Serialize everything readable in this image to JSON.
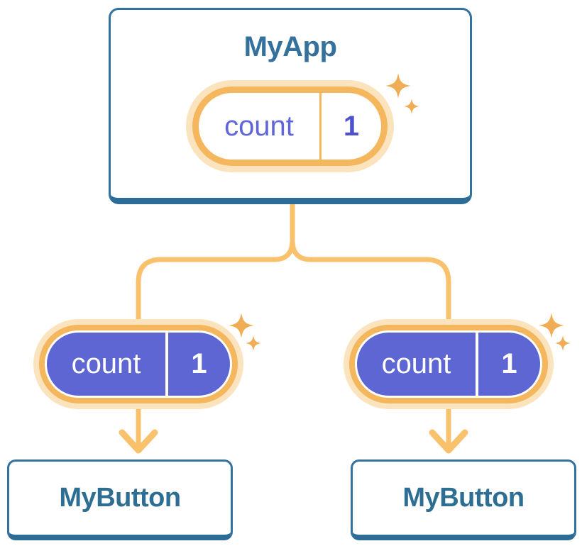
{
  "diagram": {
    "description_note": "component tree with shared state",
    "root": {
      "title": "MyApp",
      "state": {
        "label": "count",
        "value": "1"
      }
    },
    "children": [
      {
        "title": "MyButton",
        "state": {
          "label": "count",
          "value": "1"
        }
      },
      {
        "title": "MyButton",
        "state": {
          "label": "count",
          "value": "1"
        }
      }
    ]
  },
  "colors": {
    "box_border_blue": "#33719F",
    "box_border_bottom_blue": "#2D6C96",
    "heading_blue": "#35719D",
    "button_text_blue": "#2E6E93",
    "connector_orange": "#F9C16C",
    "pill_ring_orange": "#F5B75D",
    "pill_glow_peach": "#FBE3BD",
    "sparkle_orange": "#F0AD55",
    "state_fill_purple": "#5E66D4",
    "state_label_indigo": "#5F66D9",
    "state_value_indigo": "#4D53CE",
    "state_text_white": "#FFFFFF"
  }
}
